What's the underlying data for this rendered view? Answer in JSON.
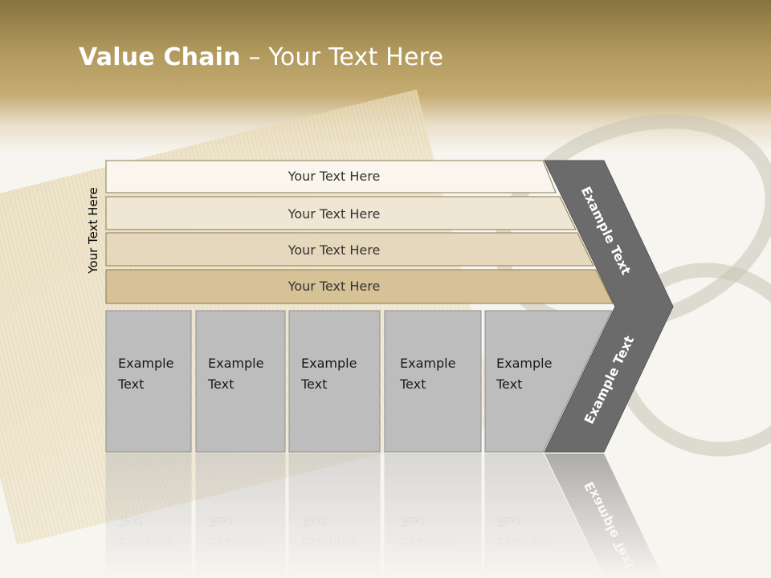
{
  "slide": {
    "title_bold": "Value Chain",
    "title_rest": " – Your Text Here",
    "side_label": "Your Text Here"
  },
  "bands": [
    {
      "label": "Your Text Here",
      "color": "#faf6ee"
    },
    {
      "label": "Your Text Here",
      "color": "#f0e6d4"
    },
    {
      "label": "Your Text Here",
      "color": "#e6d8bc"
    },
    {
      "label": "Your Text Here",
      "color": "#d6c296"
    }
  ],
  "boxes": [
    {
      "line1": "Example",
      "line2": "Text"
    },
    {
      "line1": "Example",
      "line2": "Text"
    },
    {
      "line1": "Example",
      "line2": "Text"
    },
    {
      "line1": "Example",
      "line2": "Text"
    },
    {
      "line1": "Example",
      "line2": "Text"
    }
  ],
  "chevron": {
    "top_label": "Example Text",
    "bottom_label": "Example Text",
    "color": "#6b6b6b"
  },
  "colors": {
    "box_fill": "#bdbdbd",
    "band_stroke": "#8a7a55"
  }
}
